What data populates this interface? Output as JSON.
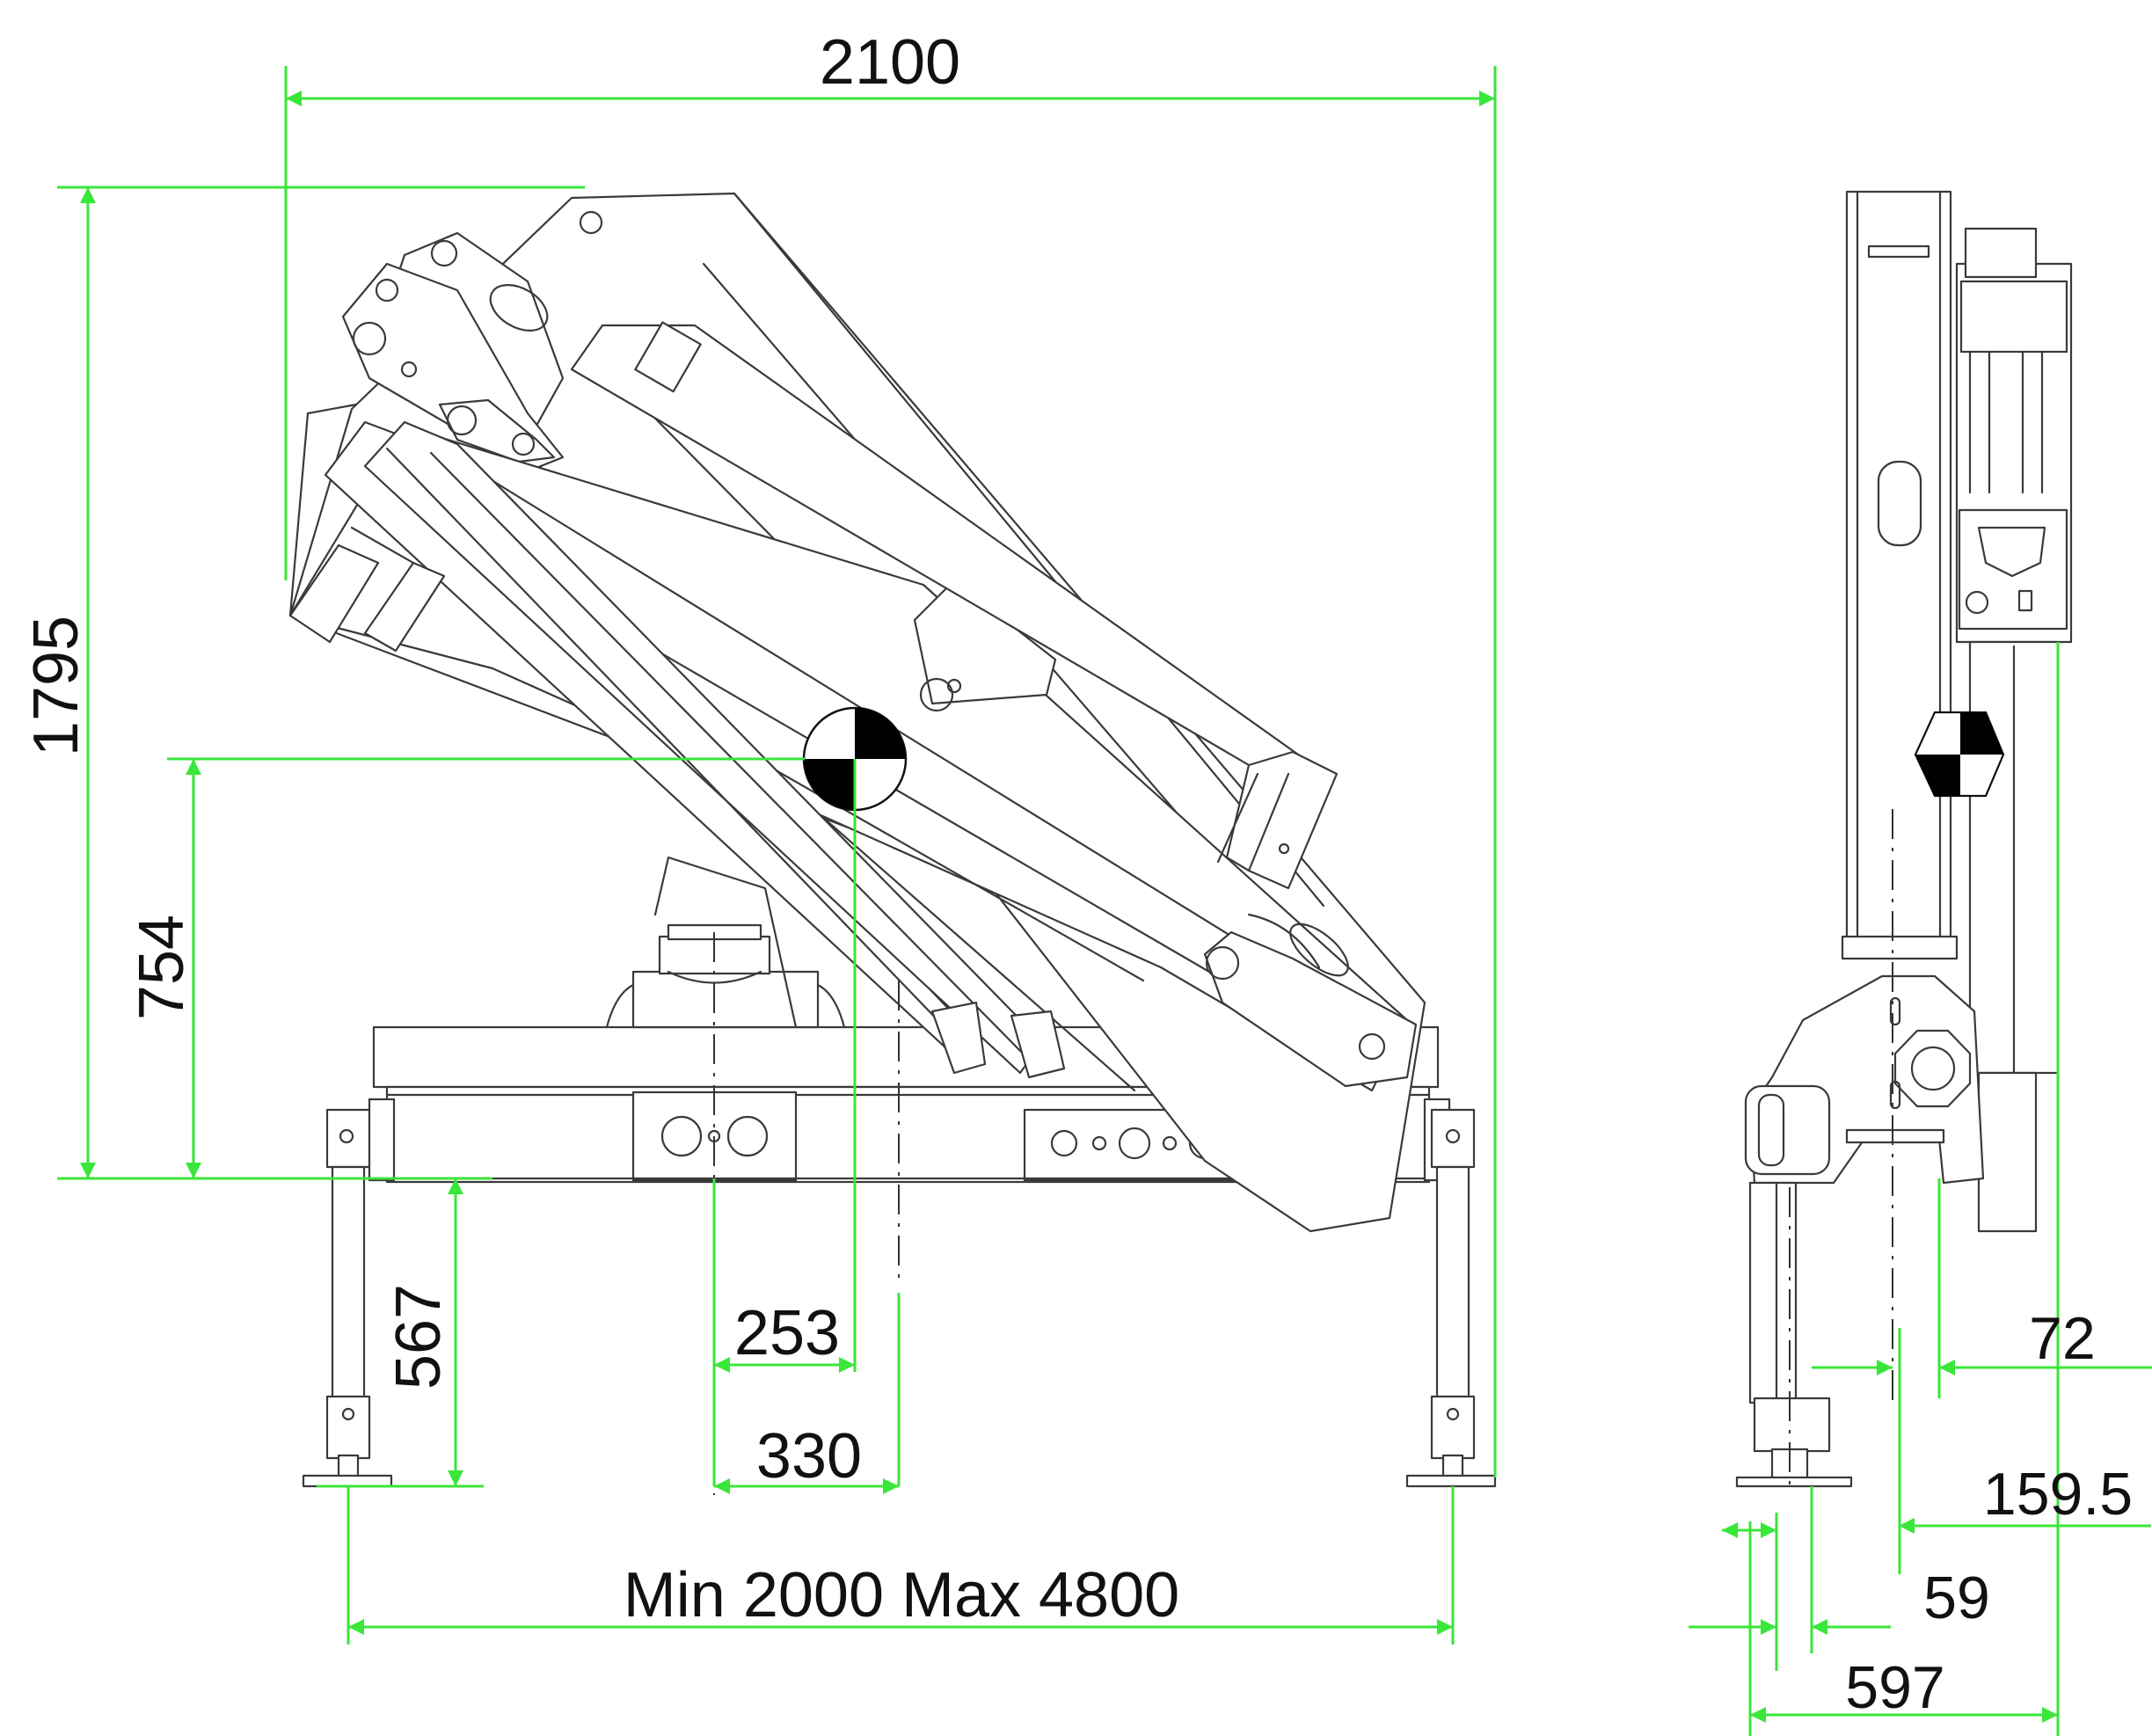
{
  "colors": {
    "dimension": "#39e639",
    "linework": "#3a3a3a",
    "text": "#111111",
    "cog_fill": "#000000"
  },
  "dimensions": {
    "overall_width": "2100",
    "overall_height": "1795",
    "cog_height": "754",
    "leg_height": "567",
    "cog_offset": "253",
    "column_offset": "330",
    "outrigger_span": "Min 2000  Max 4800",
    "side_72": "72",
    "side_159_5": "159.5",
    "side_59": "59",
    "side_597": "597"
  }
}
